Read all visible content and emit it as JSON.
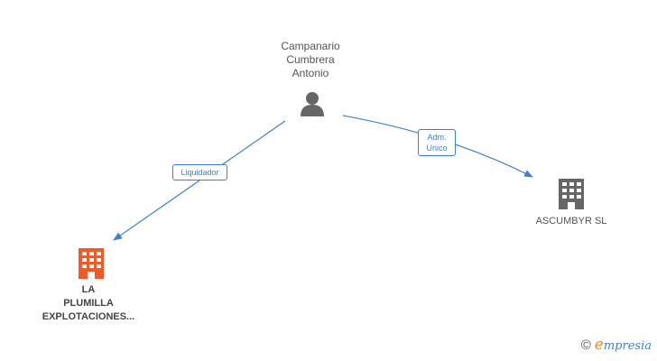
{
  "nodes": {
    "person": {
      "label": "Campanario\nCumbrera\nAntonio",
      "icon": "person-icon",
      "color": "#666666"
    },
    "company_right": {
      "label": "ASCUMBYR SL",
      "icon": "building-icon",
      "color": "#666666"
    },
    "company_left": {
      "label": "LA\nPLUMILLA\nEXPLOTACIONES...",
      "icon": "building-icon",
      "color": "#f05a28"
    }
  },
  "edges": [
    {
      "from": "person",
      "to": "company_left",
      "label": "Liquidador"
    },
    {
      "from": "person",
      "to": "company_right",
      "label": "Adm.\nUnico"
    }
  ],
  "colors": {
    "edge": "#3c7fd3",
    "text": "#555555"
  },
  "footer": {
    "copyright_symbol": "©",
    "brand_initial": "e",
    "brand_rest": "mpresia"
  }
}
